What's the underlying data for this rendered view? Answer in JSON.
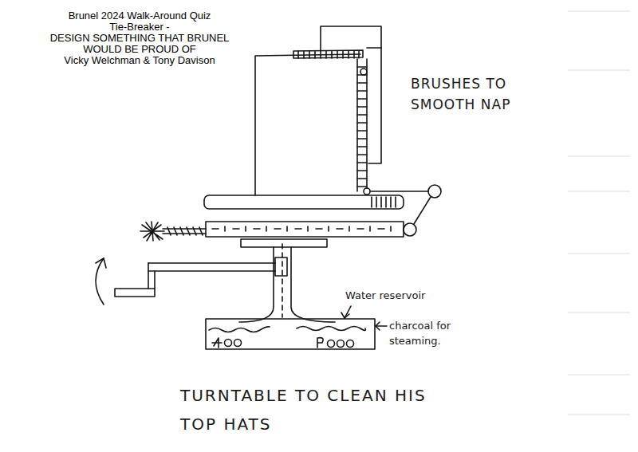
{
  "diagram": {
    "title": "Brunel 2024 Walk-Around Quiz Tie-Breaker -",
    "caption": "TURNTABLE TO CLEAN HIS TOP HATS",
    "labels": [
      "DESIGN SOMETHING THAT BRUNEL WOULD BE PROUD OF",
      "Vicky Welchman & Tony Davison",
      "BRUSHES TO SMOOTH NAP",
      "Water reservoir",
      "charcoal for steaming."
    ]
  }
}
